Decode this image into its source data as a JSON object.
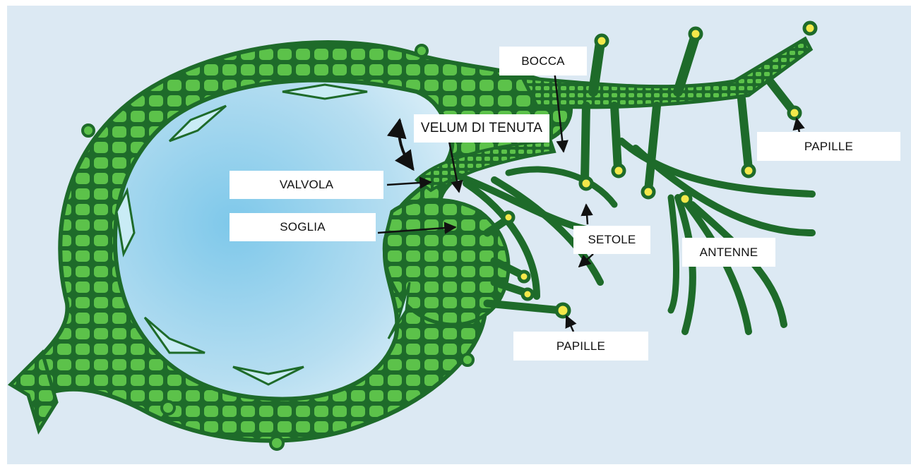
{
  "labels": {
    "bocca": "BOCCA",
    "velum": "VELUM DI TENUTA",
    "valvola": "VALVOLA",
    "soglia": "SOGLIA",
    "setole": "SETOLE",
    "antenne": "ANTENNE",
    "papille_top": "PAPILLE",
    "papille_bottom": "PAPILLE"
  },
  "colors": {
    "background": "#dce9f3",
    "cell_fill": "#5cc24a",
    "cell_outline": "#1e6b2a",
    "cavity_fill": "#9fd3ec",
    "papilla": "#f3e84a",
    "arrow": "#111111"
  }
}
